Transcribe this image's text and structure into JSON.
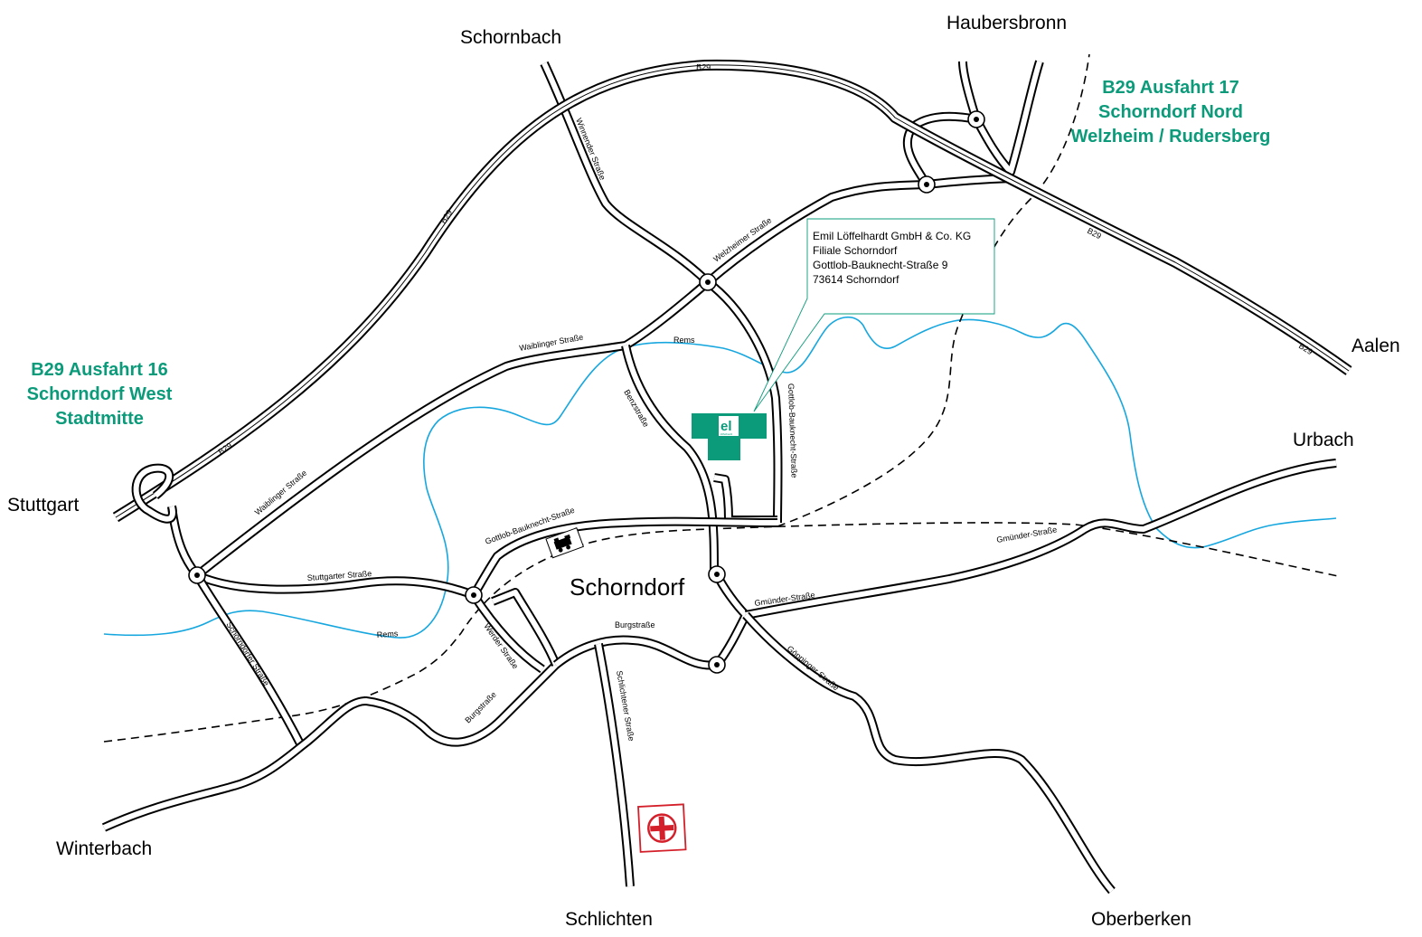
{
  "places": {
    "schornbach": "Schornbach",
    "haubersbronn": "Haubersbronn",
    "aalen": "Aalen",
    "urbach": "Urbach",
    "stuttgart": "Stuttgart",
    "winterbach": "Winterbach",
    "schlichten": "Schlichten",
    "oberberken": "Oberberken",
    "town": "Schorndorf"
  },
  "exits": {
    "north": [
      "B29 Ausfahrt 17",
      "Schorndorf Nord",
      "Welzheim / Rudersberg"
    ],
    "west": [
      "B29 Ausfahrt 16",
      "Schorndorf West",
      "Stadtmitte"
    ]
  },
  "address": {
    "company": "Emil Löffelhardt GmbH & Co. KG",
    "branch": "Filiale Schorndorf",
    "street": "Gottlob-Bauknecht-Straße 9",
    "city": "73614 Schorndorf"
  },
  "logo": {
    "mark": "el",
    "sub": "löffelhardt"
  },
  "roads": {
    "b29": "B29",
    "winnender": "Winnender Straße",
    "welzheimer": "Welzheimer Straße",
    "waiblinger": "Waiblinger Straße",
    "benz": "Benzstraße",
    "gottlob": "Gottlob-Bauknecht-Straße",
    "stuttgarter": "Stuttgarter Straße",
    "schorndorfer": "Schorndorfer Straße",
    "werder": "Werder Straße",
    "burg": "Burgstraße",
    "schlichtener": "Schlichtener Straße",
    "gmuender": "Gmünder-Straße",
    "goeppinger": "Göppinger Straße"
  },
  "river": "Rems",
  "colors": {
    "accent": "#0b9b7a",
    "river": "#17a7df",
    "hospital": "#d4202a"
  },
  "icons": [
    "train-station-icon",
    "hospital-icon",
    "company-logo-icon"
  ]
}
